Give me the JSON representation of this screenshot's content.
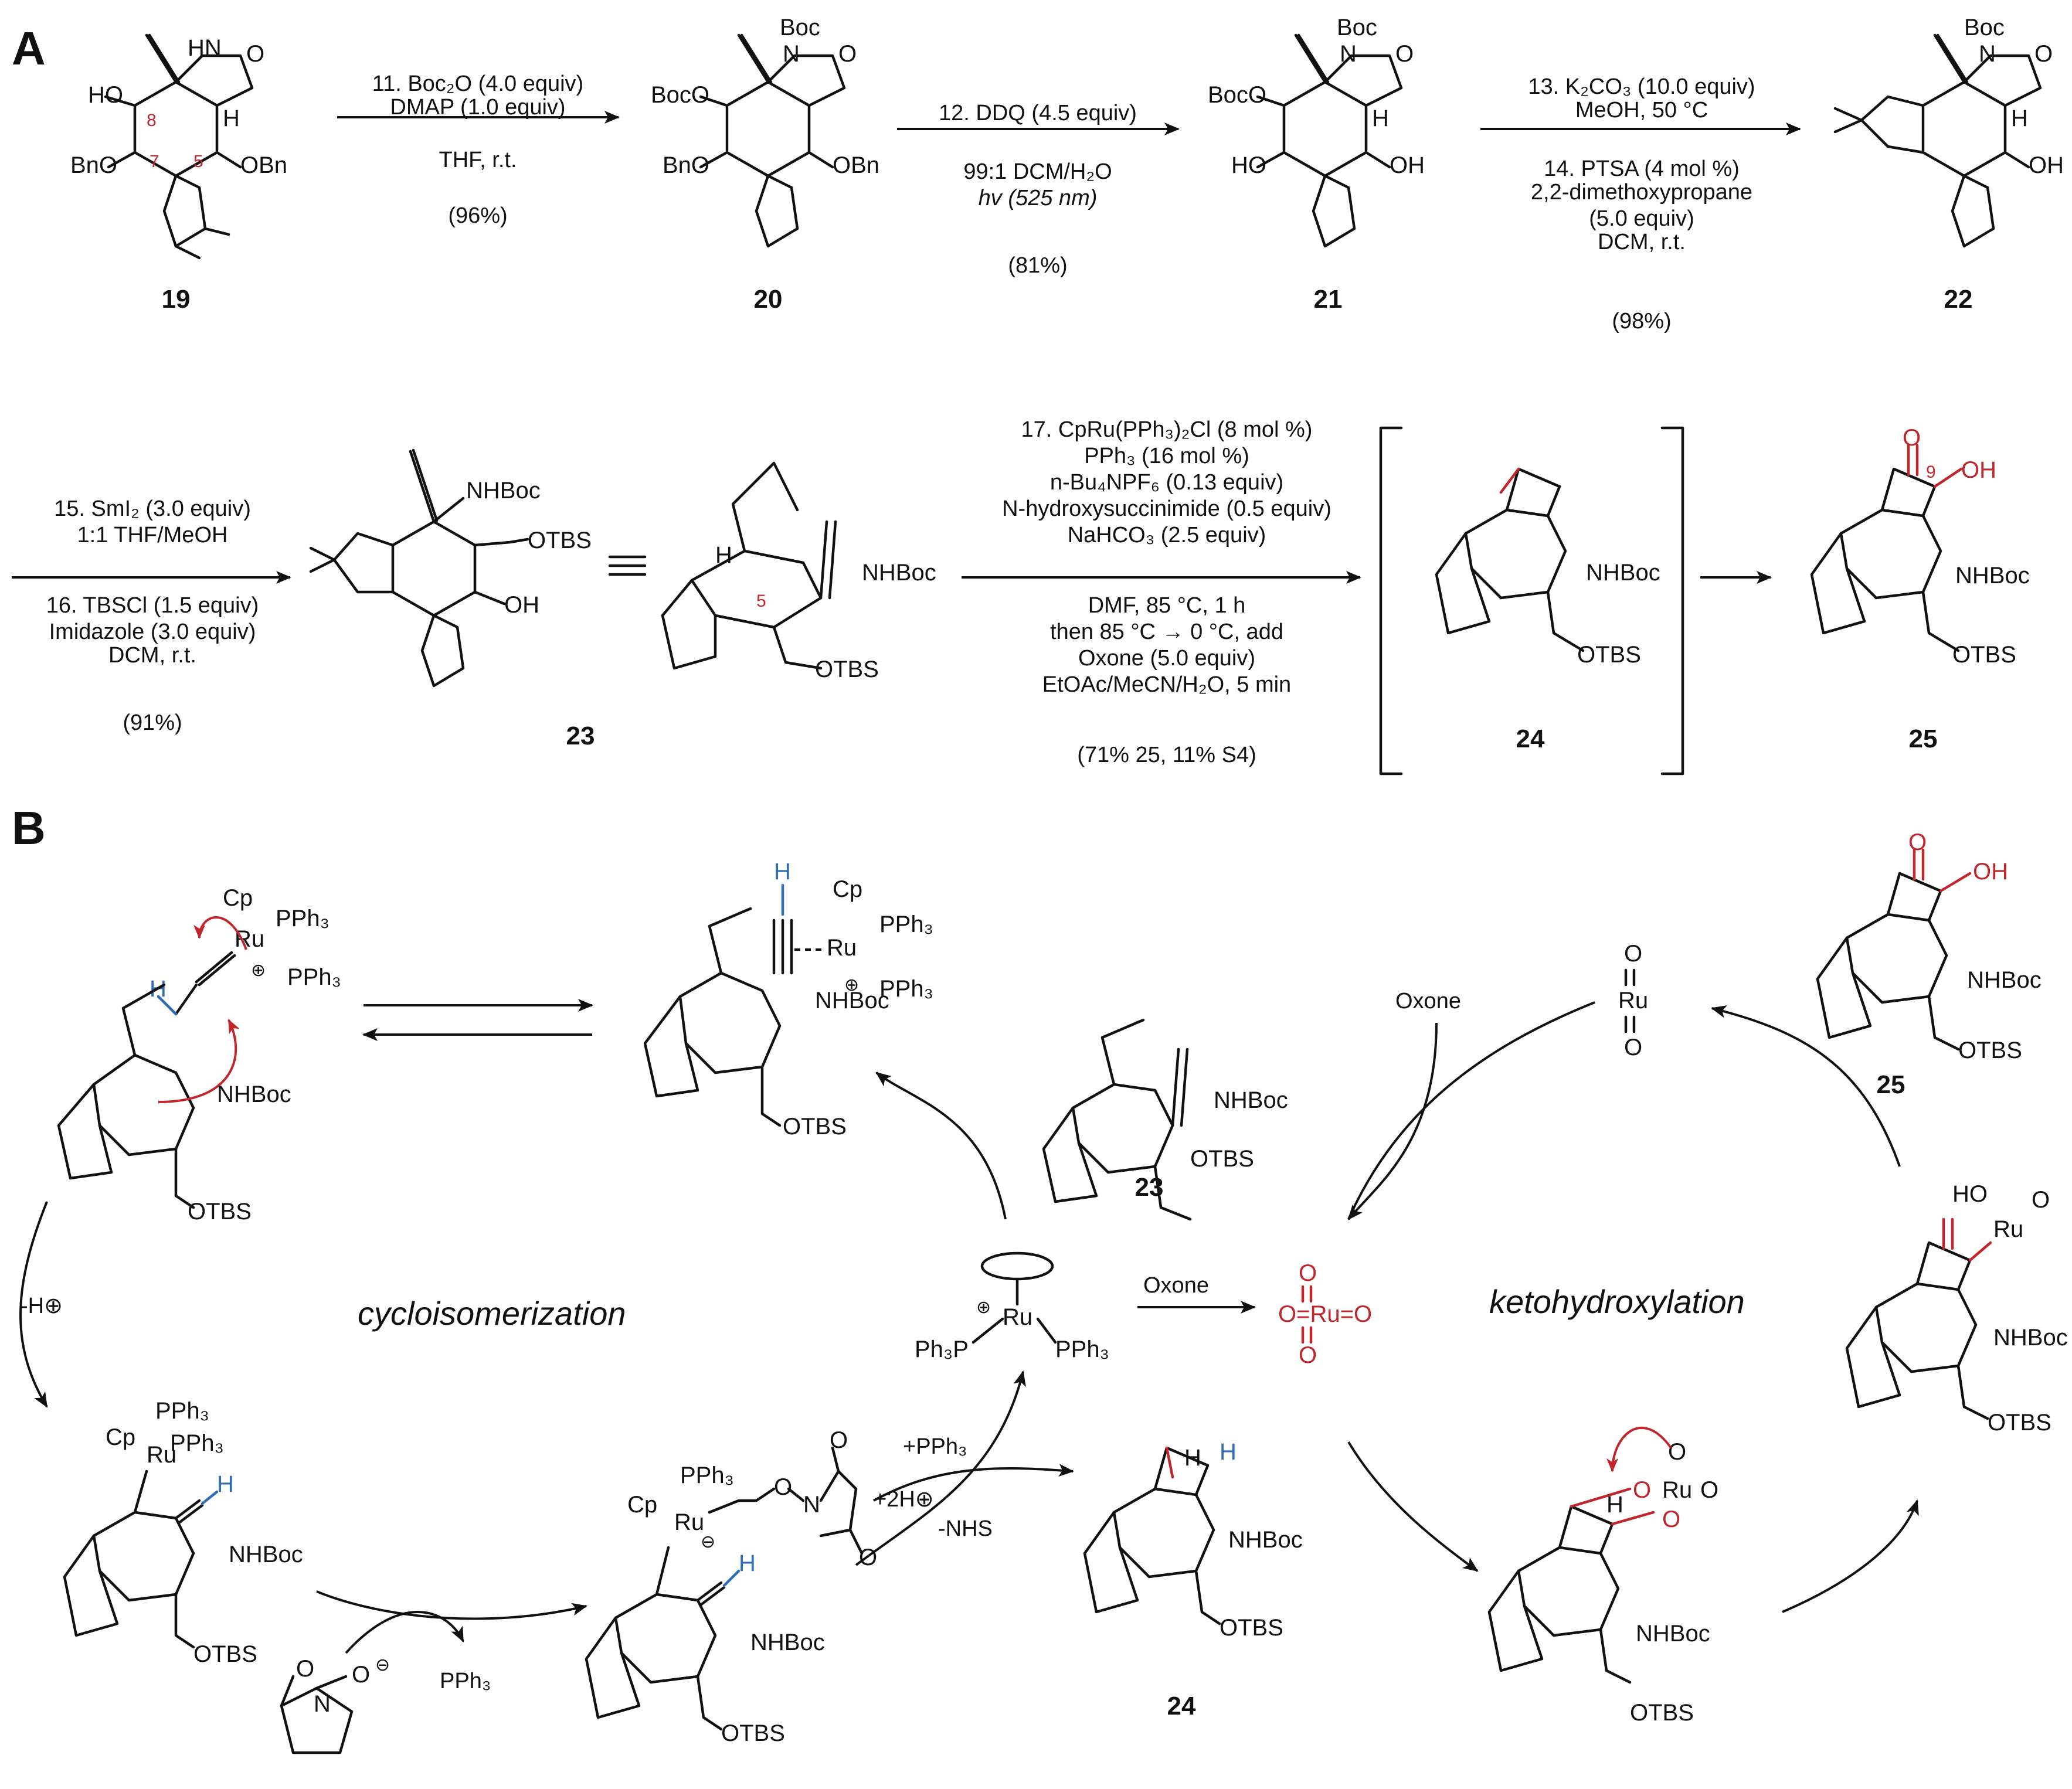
{
  "panels": {
    "a": "A",
    "b": "B"
  },
  "compounds": {
    "c19": "19",
    "c20": "20",
    "c21": "21",
    "c22": "22",
    "c23": "23",
    "c24": "24",
    "c25": "25",
    "c23b": "23",
    "c24b": "24",
    "c25b": "25"
  },
  "atom_numbers": {
    "n8": "8",
    "n7": "7",
    "n5": "5",
    "n5b": "5",
    "n9": "9"
  },
  "step1": {
    "line1": "11. Boc₂O (4.0 equiv)",
    "line2": "DMAP (1.0 equiv)",
    "line3": "THF, r.t.",
    "yield": "(96%)"
  },
  "step2": {
    "line1": "12. DDQ (4.5 equiv)",
    "line2": "99:1 DCM/H₂O",
    "line3": "hv (525 nm)",
    "yield": "(81%)"
  },
  "step3": {
    "line1": "13. K₂CO₃ (10.0 equiv)",
    "line2": "MeOH, 50 °C",
    "line3": "14. PTSA (4 mol %)",
    "line4": "2,2-dimethoxypropane",
    "line5": "(5.0 equiv)",
    "line6": "DCM, r.t.",
    "yield": "(98%)"
  },
  "step4": {
    "line1": "15. SmI₂ (3.0 equiv)",
    "line2": "1:1 THF/MeOH",
    "line3": "16. TBSCl (1.5 equiv)",
    "line4": "Imidazole (3.0 equiv)",
    "line5": "DCM, r.t.",
    "yield": "(91%)"
  },
  "step5": {
    "line1": "17. CpRu(PPh₃)₂Cl (8 mol %)",
    "line2": "PPh₃ (16 mol %)",
    "line3": "n-Bu₄NPF₆ (0.13 equiv)",
    "line4": "N-hydroxysuccinimide (0.5 equiv)",
    "line5": "NaHCO₃ (2.5 equiv)",
    "line6": "DMF, 85 °C, 1 h",
    "line7": "then 85 °C → 0 °C, add",
    "line8": "Oxone (5.0 equiv)",
    "line9": "EtOAc/MeCN/H₂O, 5 min",
    "yield": "(71% 25, 11% S4)"
  },
  "labels": {
    "nhboc": "NHBoc",
    "otbs": "OTBS",
    "oh": "OH",
    "obn": "OBn",
    "bno": "BnO",
    "ho": "HO",
    "boco": "BocO",
    "boc": "Boc",
    "hn": "HN",
    "n": "N",
    "o": "O",
    "h": "H",
    "cp": "Cp",
    "ru": "Ru",
    "pph3": "PPh₃",
    "ph3p": "Ph₃P",
    "plus": "⊕",
    "minus": "⊖"
  },
  "mechanism": {
    "cycloisomerization": "cycloisomerization",
    "ketohydroxylation": "ketohydroxylation",
    "oxone1": "Oxone",
    "oxone2": "Oxone",
    "minus_h": "-H⊕",
    "plus_pph3": "+PPh₃",
    "plus_2h": "+2H⊕",
    "minus_nhs": "-NHS",
    "pph3_release": "PPh₃",
    "ruo4": "O=Ru=O",
    "ruo2": "Ru"
  }
}
